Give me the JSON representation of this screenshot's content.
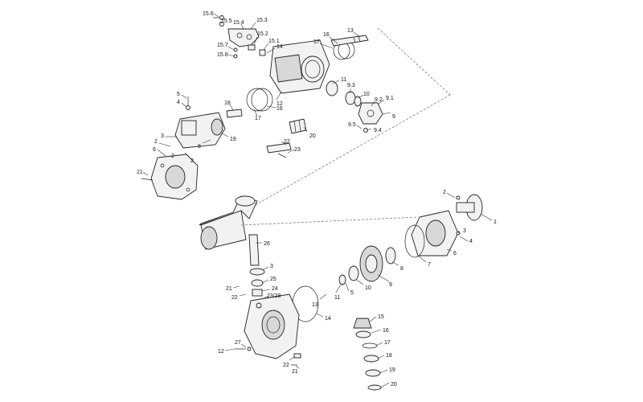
{
  "labels_upper": [
    "15.6",
    "15.5",
    "15.4",
    "15.3",
    "15.2",
    "15.1",
    "15.7",
    "15.8",
    "14",
    "13",
    "16",
    "17",
    "11",
    "9.3",
    "10",
    "9.2",
    "9.1",
    "9",
    "12",
    "16",
    "17",
    "18",
    "5",
    "4",
    "3",
    "2",
    "2",
    "6",
    "8",
    "19",
    "20",
    "22",
    "23",
    "21",
    "9.5",
    "9.4",
    "2",
    "1"
  ],
  "labels_lower": [
    "1",
    "2",
    "3",
    "4",
    "6",
    "7",
    "8",
    "9",
    "26",
    "3",
    "25",
    "24",
    "23/28",
    "21",
    "22",
    "13",
    "11",
    "5",
    "10",
    "14",
    "15",
    "16",
    "17",
    "18",
    "19",
    "20",
    "12",
    "27",
    "22",
    "21"
  ]
}
